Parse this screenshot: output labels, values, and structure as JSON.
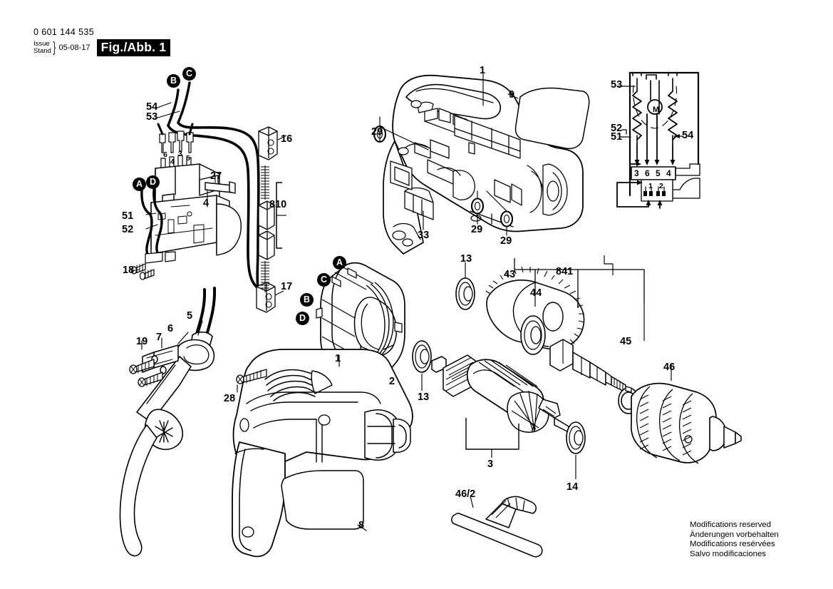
{
  "header": {
    "part_number": "0 601 144 535",
    "issue_label": "Issue",
    "stand_label": "Stand",
    "brace": "}",
    "date": "05-08-17",
    "figure": "Fig./Abb. 1"
  },
  "footer": {
    "lines": [
      "Modifications reserved",
      "Änderungen vorbehalten",
      "Modifications resérvées",
      "Salvo modificaciones"
    ]
  },
  "schematic": {
    "motor_symbol": "M",
    "left_labels": [
      "53",
      "52",
      "51"
    ],
    "right_label": "54",
    "terminal_row": [
      "3",
      "6",
      "5",
      "4"
    ],
    "plug_row": [
      "1",
      "2"
    ]
  },
  "badges": [
    {
      "letter": "A"
    },
    {
      "letter": "B"
    },
    {
      "letter": "C"
    },
    {
      "letter": "D"
    }
  ],
  "callouts": {
    "switch_54": "54",
    "switch_53": "53",
    "term_6": "6",
    "term_4": "4",
    "term_3": "3",
    "term_5": "5",
    "item_16": "16",
    "item_27": "27",
    "item_4": "4",
    "item_810": "810",
    "item_17": "17",
    "item_51": "51",
    "item_52": "52",
    "item_18": "18",
    "item_19": "19",
    "item_7": "7",
    "item_6": "6",
    "item_5": "5",
    "item_28": "28",
    "item_1_body": "1",
    "item_8": "8",
    "item_1_housing": "1",
    "item_9": "9",
    "item_29a": "29",
    "item_29b": "29",
    "item_29c": "29",
    "item_33": "33",
    "item_2": "2",
    "item_13a": "13",
    "item_13b": "13",
    "item_3": "3",
    "item_43": "43",
    "item_44": "44",
    "item_841": "841",
    "item_45": "45",
    "item_46": "46",
    "item_14": "14",
    "item_46_2": "46/2"
  }
}
